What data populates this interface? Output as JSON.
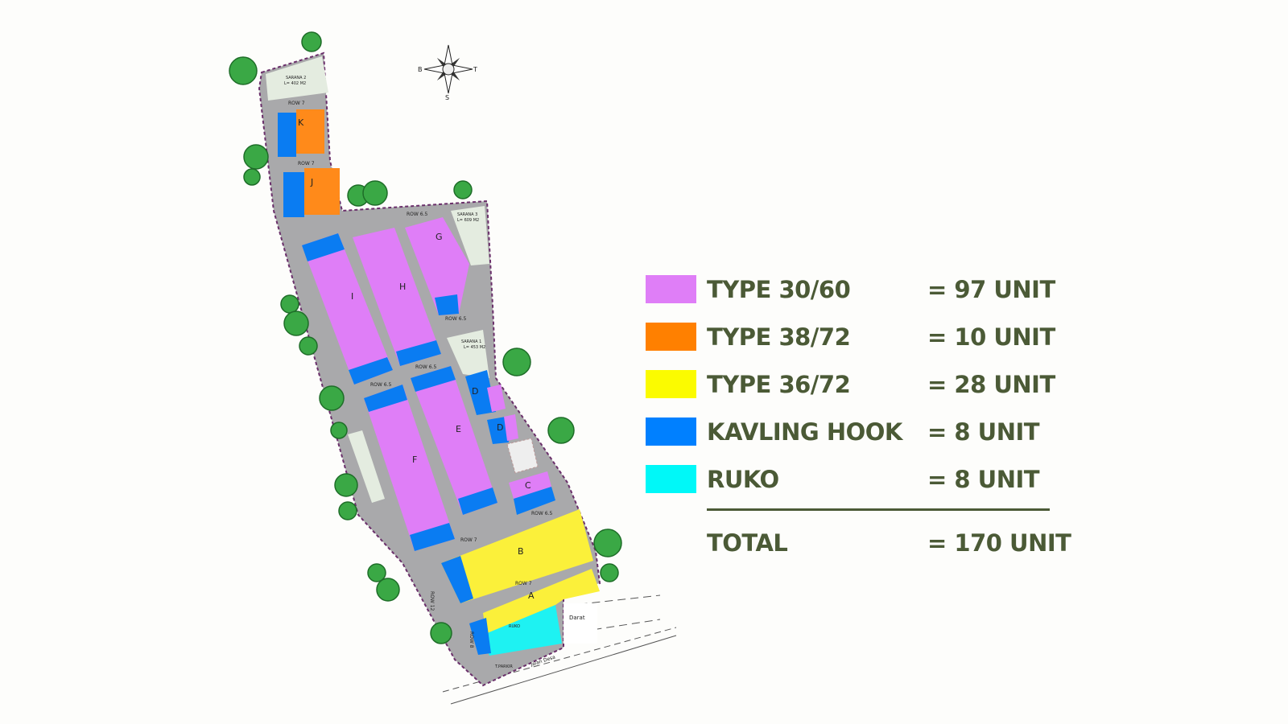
{
  "legend": {
    "items": [
      {
        "label": "TYPE 30/60",
        "value": "= 97 UNIT",
        "color": "#df7ef7"
      },
      {
        "label": "TYPE 38/72",
        "value": "= 10 UNIT",
        "color": "#ff8000"
      },
      {
        "label": "TYPE 36/72",
        "value": "= 28 UNIT",
        "color": "#fbfb00"
      },
      {
        "label": "KAVLING HOOK",
        "value": "= 8 UNIT",
        "color": "#0080ff"
      },
      {
        "label": "RUKO",
        "value": "= 8 UNIT",
        "color": "#00f8f8"
      }
    ],
    "total_label": "TOTAL",
    "total_value": "= 170 UNIT"
  },
  "map": {
    "blocks": [
      "K",
      "J",
      "I",
      "H",
      "G",
      "F",
      "E",
      "D",
      "D",
      "C",
      "B",
      "A"
    ],
    "roads": [
      "ROW 7",
      "ROW 7",
      "ROW 6.5",
      "ROW 6.5",
      "ROW 6.5",
      "ROW 6.5",
      "ROW 6.5",
      "ROW 7",
      "ROW 7",
      "ROW 12",
      "ROW 8"
    ],
    "sarana": [
      {
        "name": "SARANA 2",
        "area": "L= 402 M2"
      },
      {
        "name": "SARANA 3",
        "area": "L= 609 M2"
      },
      {
        "name": "SARANA 1",
        "area": "L= 453 M2"
      }
    ],
    "darat": "Darat",
    "jalan": "Jalan Desa",
    "parkir": "T.PARKIR",
    "ruko_label": "RUKO",
    "compass": {
      "west": "B",
      "east": "T",
      "south": "S"
    }
  }
}
